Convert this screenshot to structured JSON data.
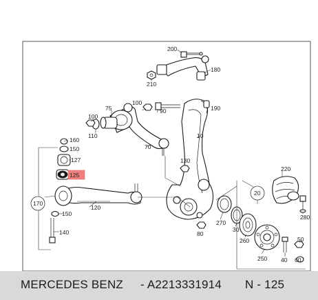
{
  "callouts": {
    "c200": "200",
    "c180": "180",
    "c210": "210",
    "c75": "75",
    "c100a": "100",
    "c90": "90",
    "c190": "190",
    "c100b": "100",
    "c110": "110",
    "c70": "70",
    "c10": "10",
    "c160": "160",
    "c150a": "150",
    "c127": "127",
    "c125": "125",
    "c130": "130",
    "c220": "220",
    "c170": "170",
    "c120": "120",
    "c20": "20",
    "c150b": "150",
    "c270": "270",
    "c30": "30",
    "c280": "280",
    "c80": "80",
    "c260": "260",
    "c140": "140",
    "c50": "50",
    "c250": "250",
    "c40": "40",
    "c60": "60"
  },
  "highlight": {
    "part_number": "125",
    "color": "#f08080"
  },
  "footer": {
    "brand": "MERCEDES BENZ",
    "part_code": "- A2213331914",
    "position": "N - 125"
  },
  "colors": {
    "footer_band": "#d9d9d9",
    "line": "#1a1a1a"
  }
}
